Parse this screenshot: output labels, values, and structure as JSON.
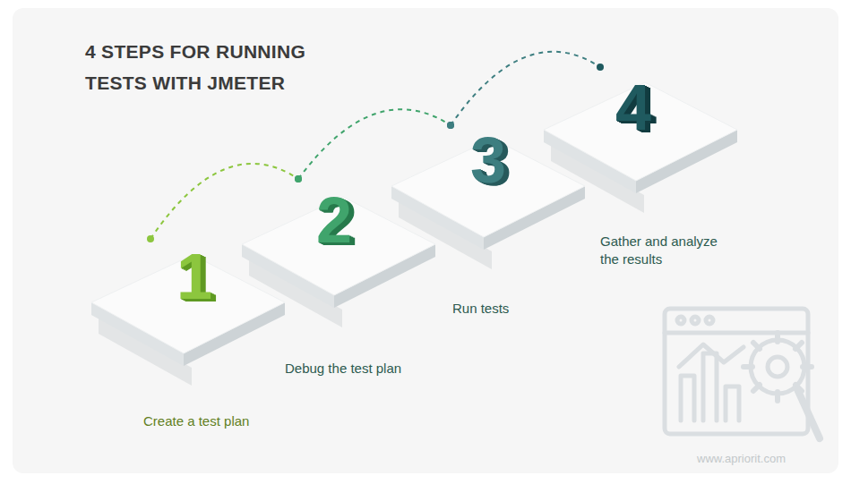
{
  "diagram": {
    "title": "4 STEPS FOR RUNNING TESTS WITH JMETER",
    "nodes": [
      {
        "text": [
          "1",
          "Create a test plan"
        ]
      },
      {
        "text": [
          "2",
          "Debug the test plan"
        ]
      },
      {
        "text": [
          "3",
          "Run tests"
        ]
      },
      {
        "text": [
          "4",
          "Gather and analyze the results"
        ]
      }
    ],
    "edges": [
      {
        "from": 0,
        "to": 1,
        "arrow": "none"
      },
      {
        "from": 1,
        "to": 2,
        "arrow": "none"
      },
      {
        "from": 2,
        "to": 3,
        "arrow": "none"
      }
    ],
    "labels": [
      "www.apriorit.com"
    ]
  }
}
